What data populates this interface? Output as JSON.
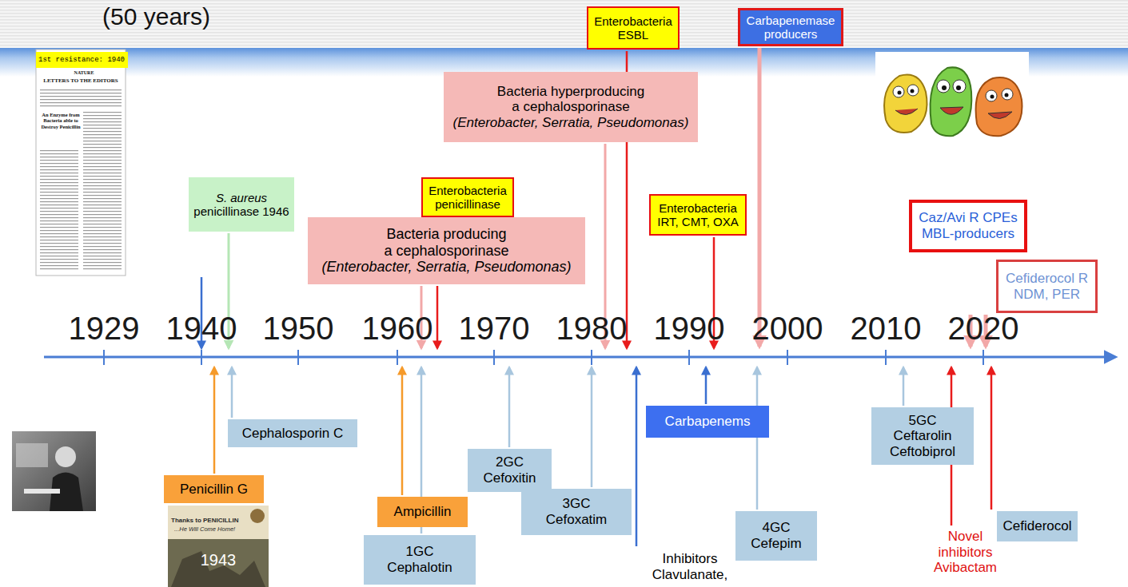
{
  "diagram": {
    "title": "(50 years)",
    "nodes": [
      {
        "text": [
          "1st resistance: 1940"
        ]
      },
      {
        "text": [
          "S. aureus",
          "penicillinase 1946"
        ]
      },
      {
        "text": [
          "Enterobacteria penicillinase"
        ]
      },
      {
        "text": [
          "Bacteria producing a cephalosporinase",
          "(Enterobacter, Serratia, Pseudomonas)"
        ]
      },
      {
        "text": [
          "Enterobacteria ESBL"
        ]
      },
      {
        "text": [
          "Bacteria hyperproducing a cephalosporinase",
          "(Enterobacter, Serratia, Pseudomonas)"
        ]
      },
      {
        "text": [
          "Carbapenemase producers"
        ]
      },
      {
        "text": [
          "Enterobacteria IRT, CMT, OXA"
        ]
      },
      {
        "text": [
          "Caz/Avi R CPEs MBL-producers"
        ]
      },
      {
        "text": [
          "Cefiderocol R NDM, PER"
        ]
      },
      {
        "text": [
          "Penicillin G"
        ]
      },
      {
        "text": [
          "Cephalosporin C"
        ]
      },
      {
        "text": [
          "Ampicillin"
        ]
      },
      {
        "text": [
          "1GC Cephalotin"
        ]
      },
      {
        "text": [
          "2GC Cefoxitin"
        ]
      },
      {
        "text": [
          "3GC Cefoxatim"
        ]
      },
      {
        "text": [
          "Carbapenems"
        ]
      },
      {
        "text": [
          "4GC Cefepim"
        ]
      },
      {
        "text": [
          "5GC Ceftarolin Ceftobiprol"
        ]
      },
      {
        "text": [
          "Cefiderocol"
        ]
      }
    ],
    "labels": [
      "NATURE",
      "LETTERS TO THE EDITORS",
      "An Enzyme from Bacteria able to Destroy Penicillin",
      "1929",
      "1940",
      "1950",
      "1960",
      "1970",
      "1980",
      "1990",
      "2000",
      "2010",
      "2020",
      "Thanks to PENICILLIN",
      "...He Will Come Home!",
      "1943",
      "Inhibitors Clavulanate,",
      "Novel inhibitors Avibactam"
    ]
  }
}
